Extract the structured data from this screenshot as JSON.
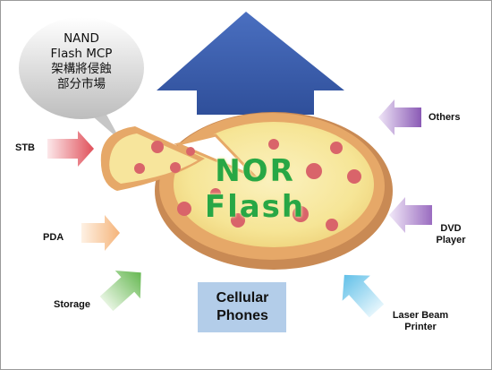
{
  "bubble": {
    "lines": [
      "NAND",
      "Flash MCP",
      "架構將侵蝕",
      "部分市場"
    ]
  },
  "center": {
    "line1": "NOR",
    "line2": "Flash"
  },
  "cellular": {
    "line1": "Cellular",
    "line2": "Phones"
  },
  "labels": {
    "stb": "STB",
    "pda": "PDA",
    "storage": "Storage",
    "others": "Others",
    "dvd_line1": "DVD",
    "dvd_line2": "Player",
    "laser_line1": "Laser Beam",
    "laser_line2": "Printer"
  },
  "colors": {
    "big_arrow": "#3b5fae",
    "stb_arrow": "#e0505a",
    "pda_arrow": "#f5b47a",
    "storage_arrow": "#66b852",
    "others_arrow": "#8a5ab5",
    "dvd_arrow": "#9a6cc0",
    "laser_arrow": "#62c0e8",
    "nor_text": "#28a745",
    "cellular_box": "#b3cde9"
  }
}
